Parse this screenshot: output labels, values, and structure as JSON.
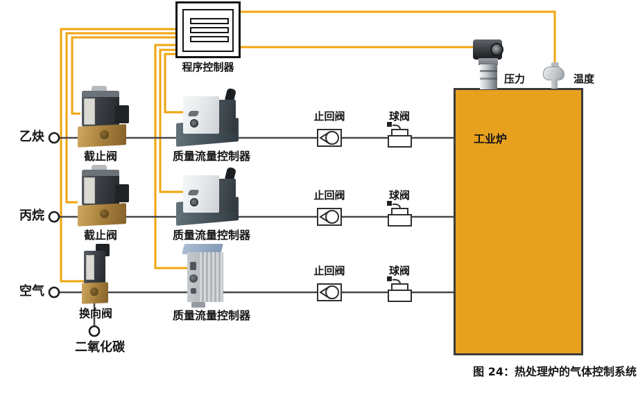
{
  "figure": {
    "caption": "图 24：热处理炉的气体控制系统"
  },
  "controller": {
    "label": "程序控制器"
  },
  "furnace": {
    "label": "工业炉"
  },
  "sensors": {
    "pressure_label": "压力",
    "temperature_label": "温度"
  },
  "rows": [
    {
      "gas_label": "乙炔",
      "inlet_valve_label": "截止阀",
      "mfc_label": "质量流量控制器",
      "check_valve_label": "止回阀",
      "ball_valve_label": "球阀"
    },
    {
      "gas_label": "丙烷",
      "inlet_valve_label": "截止阀",
      "mfc_label": "质量流量控制器",
      "check_valve_label": "止回阀",
      "ball_valve_label": "球阀"
    },
    {
      "gas_label": "空气",
      "inlet_valve_label": "换向阀",
      "mfc_label": "质量流量控制器",
      "check_valve_label": "止回阀",
      "ball_valve_label": "球阀"
    }
  ],
  "co2": {
    "label": "二氧化碳"
  },
  "colors": {
    "wire_orange": "#F0A40E",
    "furnace_fill": "#E8A11E",
    "pipe_gray": "#474747"
  }
}
